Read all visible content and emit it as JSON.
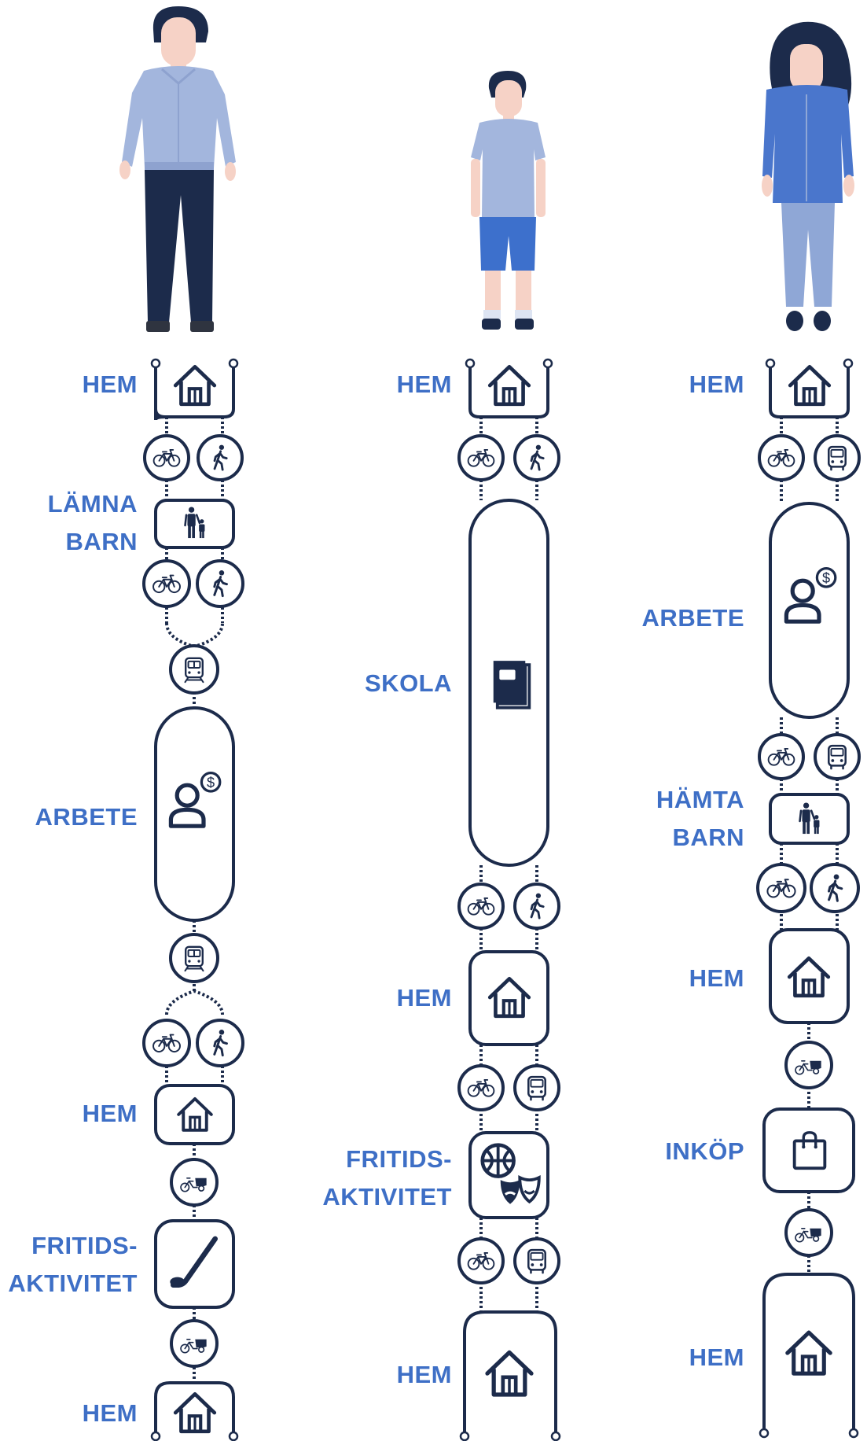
{
  "colors": {
    "navy": "#1c2b4b",
    "label_blue": "#3e6fc6",
    "shirt_light": "#a3b6dd",
    "shorts_blue": "#3d70cc",
    "blouse_blue": "#4a76cc",
    "jeans_blue": "#8fa7d6",
    "skin": "#f6d2c6"
  },
  "people": [
    {
      "name": "man",
      "icon": "man-figure-icon"
    },
    {
      "name": "boy",
      "icon": "boy-figure-icon"
    },
    {
      "name": "woman",
      "icon": "woman-figure-icon"
    }
  ],
  "columns": [
    {
      "person": "man",
      "stops": [
        {
          "label": "HEM",
          "icon": "house-icon"
        },
        {
          "label": "LÄMNA BARN",
          "lines": [
            "LÄMNA",
            "BARN"
          ],
          "icon": "parent-child-icon"
        },
        {
          "label": "ARBETE",
          "icon": "worker-icon"
        },
        {
          "label": "HEM",
          "icon": "house-icon"
        },
        {
          "label": "FRITIDS-AKTIVITET",
          "lines": [
            "FRITIDS-",
            "AKTIVITET"
          ],
          "icon": "hockey-stick-icon"
        },
        {
          "label": "HEM",
          "icon": "house-icon"
        }
      ],
      "transport": [
        [
          "bicycle-icon",
          "walk-icon"
        ],
        [
          "bicycle-icon",
          "walk-icon"
        ],
        [
          "train-icon"
        ],
        [
          "train-icon"
        ],
        [
          "bicycle-icon",
          "walk-icon"
        ],
        [
          "cargo-bike-icon"
        ],
        [
          "cargo-bike-icon"
        ]
      ]
    },
    {
      "person": "boy",
      "stops": [
        {
          "label": "HEM",
          "icon": "house-icon"
        },
        {
          "label": "SKOLA",
          "icon": "book-icon"
        },
        {
          "label": "HEM",
          "icon": "house-icon"
        },
        {
          "label": "FRITIDS-AKTIVITET",
          "lines": [
            "FRITIDS-",
            "AKTIVITET"
          ],
          "icon": "ball-theater-icon"
        },
        {
          "label": "HEM",
          "icon": "house-icon"
        }
      ],
      "transport": [
        [
          "bicycle-icon",
          "walk-icon"
        ],
        [
          "bicycle-icon",
          "walk-icon"
        ],
        [
          "bicycle-icon",
          "bus-icon"
        ],
        [
          "bicycle-icon",
          "bus-icon"
        ]
      ]
    },
    {
      "person": "woman",
      "stops": [
        {
          "label": "HEM",
          "icon": "house-icon"
        },
        {
          "label": "ARBETE",
          "icon": "worker-icon"
        },
        {
          "label": "HÄMTA BARN",
          "lines": [
            "HÄMTA",
            "BARN"
          ],
          "icon": "parent-child-icon"
        },
        {
          "label": "HEM",
          "icon": "house-icon"
        },
        {
          "label": "INKÖP",
          "icon": "shopping-bag-icon"
        },
        {
          "label": "HEM",
          "icon": "house-icon"
        }
      ],
      "transport": [
        [
          "bicycle-icon",
          "bus-icon"
        ],
        [
          "bicycle-icon",
          "bus-icon"
        ],
        [
          "bicycle-icon",
          "walk-icon"
        ],
        [
          "cargo-bike-icon"
        ],
        [
          "cargo-bike-icon"
        ]
      ]
    }
  ]
}
